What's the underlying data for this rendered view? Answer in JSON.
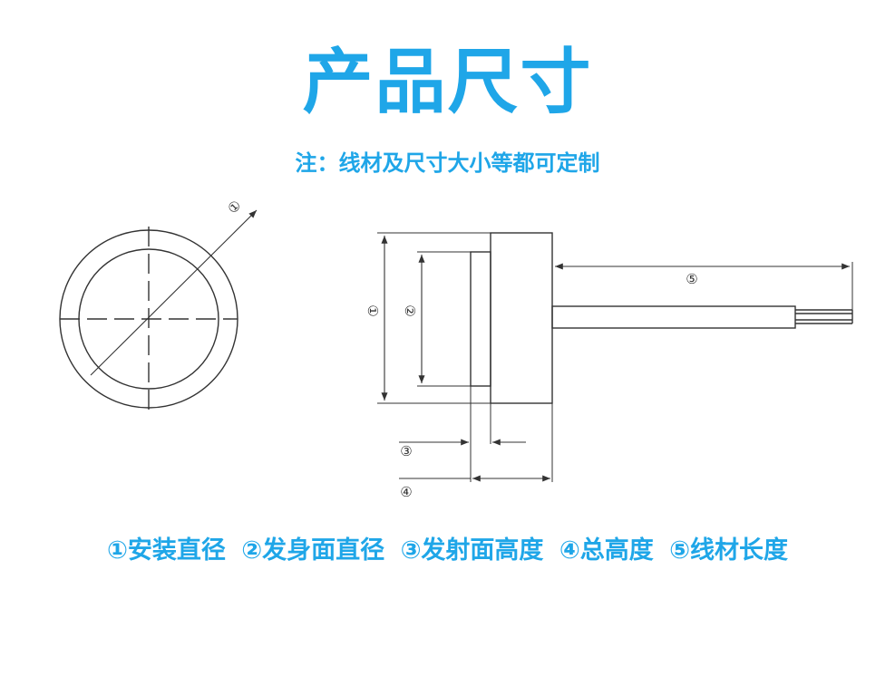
{
  "title": "产品尺寸",
  "note": "注：线材及尺寸大小等都可定制",
  "dimension_marks": {
    "d1": "①",
    "d2": "②",
    "d3": "③",
    "d4": "④",
    "d5": "⑤"
  },
  "legend": [
    "①安装直径",
    "②发身面直径",
    "③发射面高度",
    "④总高度",
    "⑤线材长度"
  ],
  "colors": {
    "accent": "#1fa6e8",
    "line": "#333333"
  }
}
